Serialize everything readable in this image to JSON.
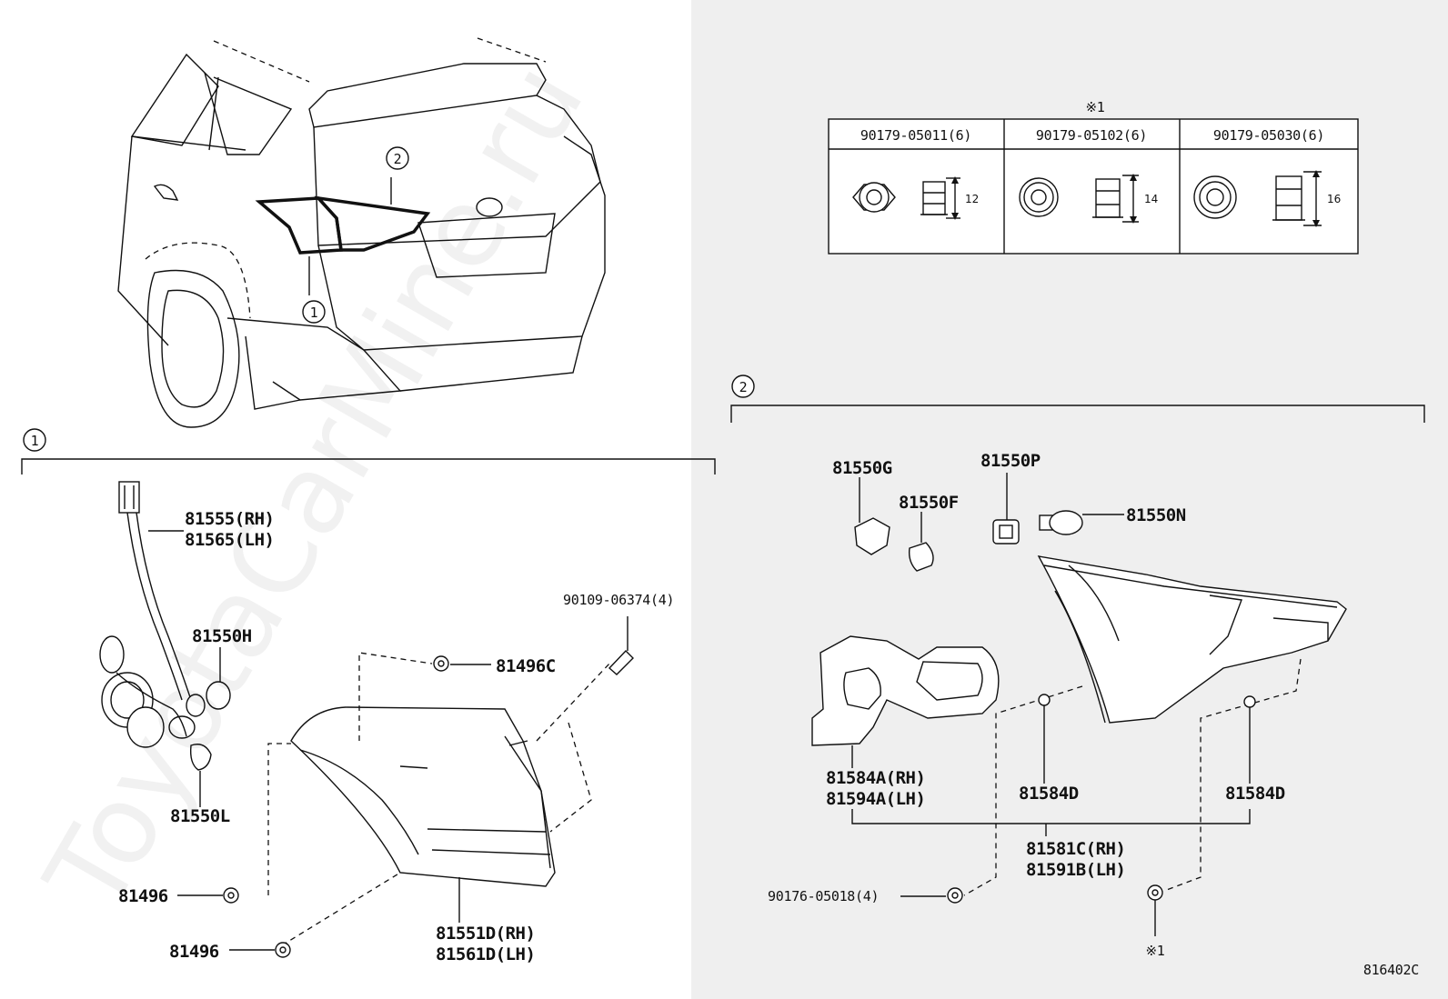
{
  "diagram_code": "816402C",
  "watermark": "ToyotaCarMine.ru",
  "callouts": {
    "c1": "1",
    "c2": "2"
  },
  "nut_table": {
    "note_mark": "※1",
    "columns": [
      {
        "part": "90179-05011(6)",
        "size": "12"
      },
      {
        "part": "90179-05102(6)",
        "size": "14"
      },
      {
        "part": "90179-05030(6)",
        "size": "16"
      }
    ]
  },
  "section1": {
    "label": "1",
    "parts": {
      "socket_rh": "81555(RH)",
      "socket_lh": "81565(LH)",
      "bulb_h": "81550H",
      "bulb_l": "81550L",
      "clip_c": "81496C",
      "screw": "90109-06374(4)",
      "clip_1": "81496",
      "clip_2": "81496",
      "lamp_rh": "81551D(RH)",
      "lamp_lh": "81561D(LH)"
    }
  },
  "section2": {
    "label": "2",
    "parts": {
      "bulb_g": "81550G",
      "bulb_f": "81550F",
      "bulb_p": "81550P",
      "bulb_n": "81550N",
      "gasket_rh": "81584A(RH)",
      "gasket_lh": "81594A(LH)",
      "ret_d1": "81584D",
      "ret_d2": "81584D",
      "lamp_rh": "81581C(RH)",
      "lamp_lh": "81591B(LH)",
      "nut": "90176-05018(4)",
      "note_ref": "※1"
    }
  }
}
